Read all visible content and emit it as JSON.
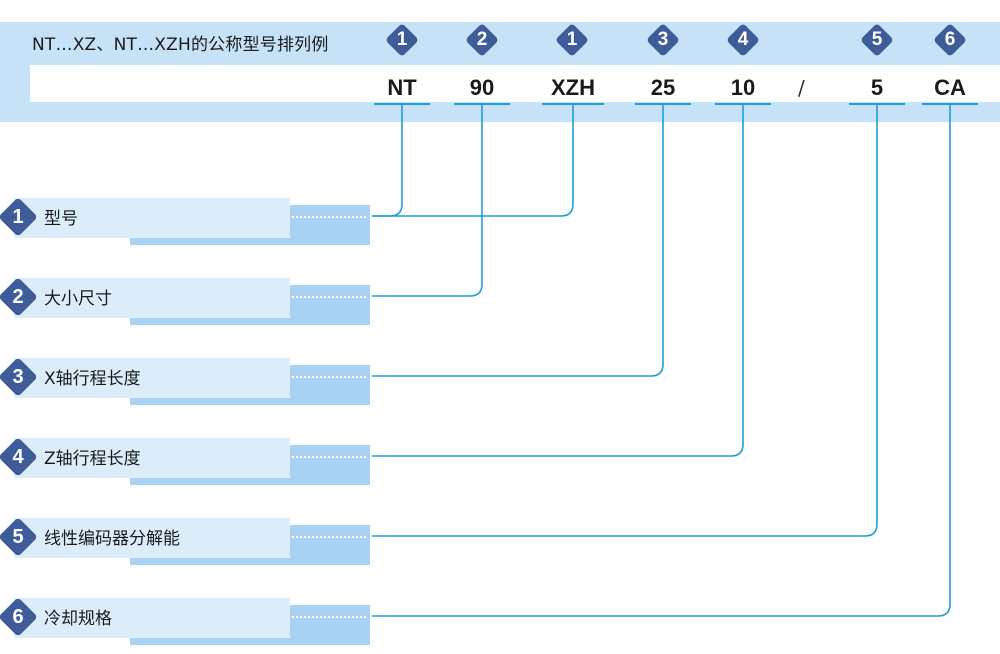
{
  "header": {
    "title": "NT…XZ、NT…XZH的公称型号排列例"
  },
  "code": {
    "segments": [
      {
        "text": "NT",
        "badge": "1"
      },
      {
        "text": "90",
        "badge": "2"
      },
      {
        "text": "XZH",
        "badge": "1"
      },
      {
        "text": "25",
        "badge": "3"
      },
      {
        "text": "10",
        "badge": "4"
      },
      {
        "text": "5",
        "badge": "5"
      },
      {
        "text": "CA",
        "badge": "6"
      }
    ],
    "separator": "/"
  },
  "items": [
    {
      "number": "1",
      "label": "型号"
    },
    {
      "number": "2",
      "label": "大小尺寸"
    },
    {
      "number": "3",
      "label": "X轴行程长度"
    },
    {
      "number": "4",
      "label": "Z轴行程长度"
    },
    {
      "number": "5",
      "label": "线性编码器分解能"
    },
    {
      "number": "6",
      "label": "冷却规格"
    }
  ],
  "colors": {
    "header_band": "#c6e2f7",
    "badge": "#3e5c98",
    "connector": "#1e9fd8",
    "item_front": "#dcedfa",
    "item_back": "#a9d2f2"
  }
}
